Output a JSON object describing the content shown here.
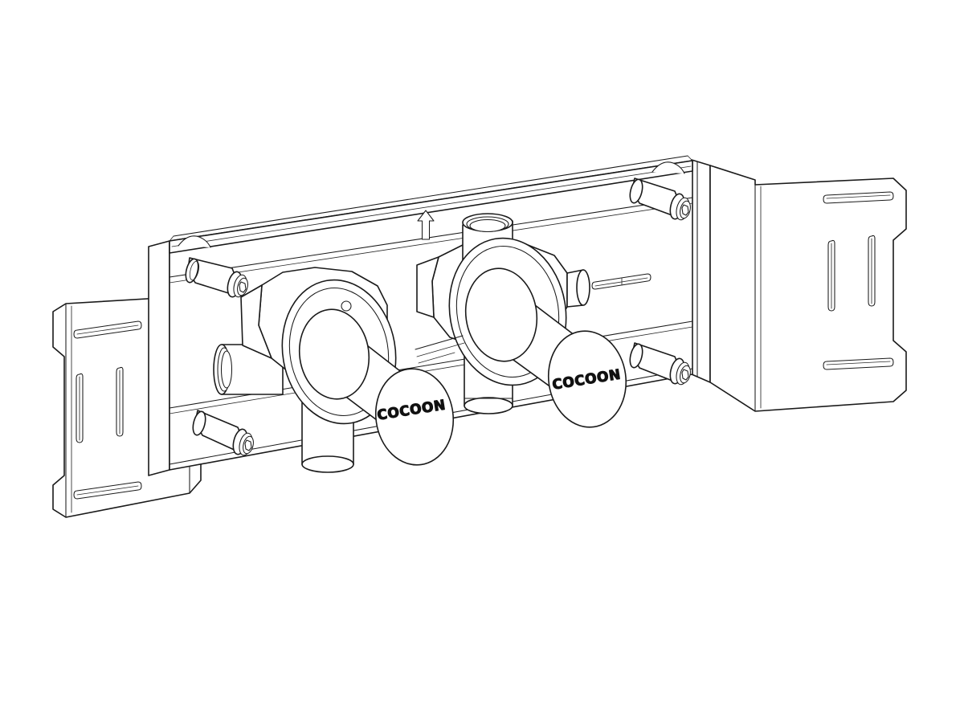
{
  "drawing": {
    "title": "COCOON concealed thermostatic shower valve body — isometric assembly line drawing",
    "background_color": "#ffffff",
    "line_color": "#1a1a1a",
    "view": "isometric / axonometric technical illustration",
    "style": "monochrome black outline line art, no shading, white fill"
  },
  "brand": {
    "name": "COCOON",
    "handle_left_label": "COCOON",
    "handle_right_label": "COCOON"
  },
  "markings": {
    "flow_arrow": "up-arrow-flow-direction",
    "flow_arrow_label": "↑"
  },
  "components": {
    "backplate": {
      "name": "mounting-backplate",
      "description": "Long rectangular sheet-metal backplate with folded top flange and end notches"
    },
    "bracket_left": {
      "name": "wall-bracket-left",
      "description": "L-shaped wall mounting bracket with slotted fixing holes",
      "slots": [
        "horizontal-slot-top",
        "vertical-slot-inner",
        "vertical-slot-outer",
        "horizontal-slot-bottom"
      ]
    },
    "bracket_right": {
      "name": "wall-bracket-right",
      "description": "L-shaped wall mounting bracket with slotted fixing holes",
      "slots": [
        "horizontal-slot-top",
        "vertical-slot-inner",
        "vertical-slot-outer",
        "horizontal-slot-bottom"
      ]
    },
    "valve_left": {
      "name": "thermostatic-valve-left",
      "handle": "cylindrical-handle-left",
      "flange": "elliptical-valve-flange-left",
      "set_screw": "set-screw-hole"
    },
    "valve_right": {
      "name": "diverter-valve-right",
      "handle": "cylindrical-handle-right",
      "flange": "elliptical-valve-flange-right",
      "body": "cross-shaped-valve-body"
    },
    "ports": [
      {
        "name": "outlet-port-top",
        "orientation": "vertical-up",
        "description": "Open threaded socket facing up"
      },
      {
        "name": "outlet-port-bottom",
        "orientation": "vertical-down",
        "description": "Open socket facing down"
      },
      {
        "name": "inlet-port-left",
        "orientation": "horizontal-left",
        "description": "Open pipe stub with visible bore"
      },
      {
        "name": "side-port-lower",
        "orientation": "vertical-down",
        "description": "Lower drop tube"
      }
    ],
    "fasteners": [
      {
        "name": "hex-socket-stud-top-left"
      },
      {
        "name": "hex-socket-stud-bottom-left"
      },
      {
        "name": "hex-socket-stud-top-right"
      },
      {
        "name": "hex-socket-stud-bottom-right"
      }
    ],
    "plate_slots": [
      {
        "name": "backplate-slot-right"
      }
    ]
  }
}
